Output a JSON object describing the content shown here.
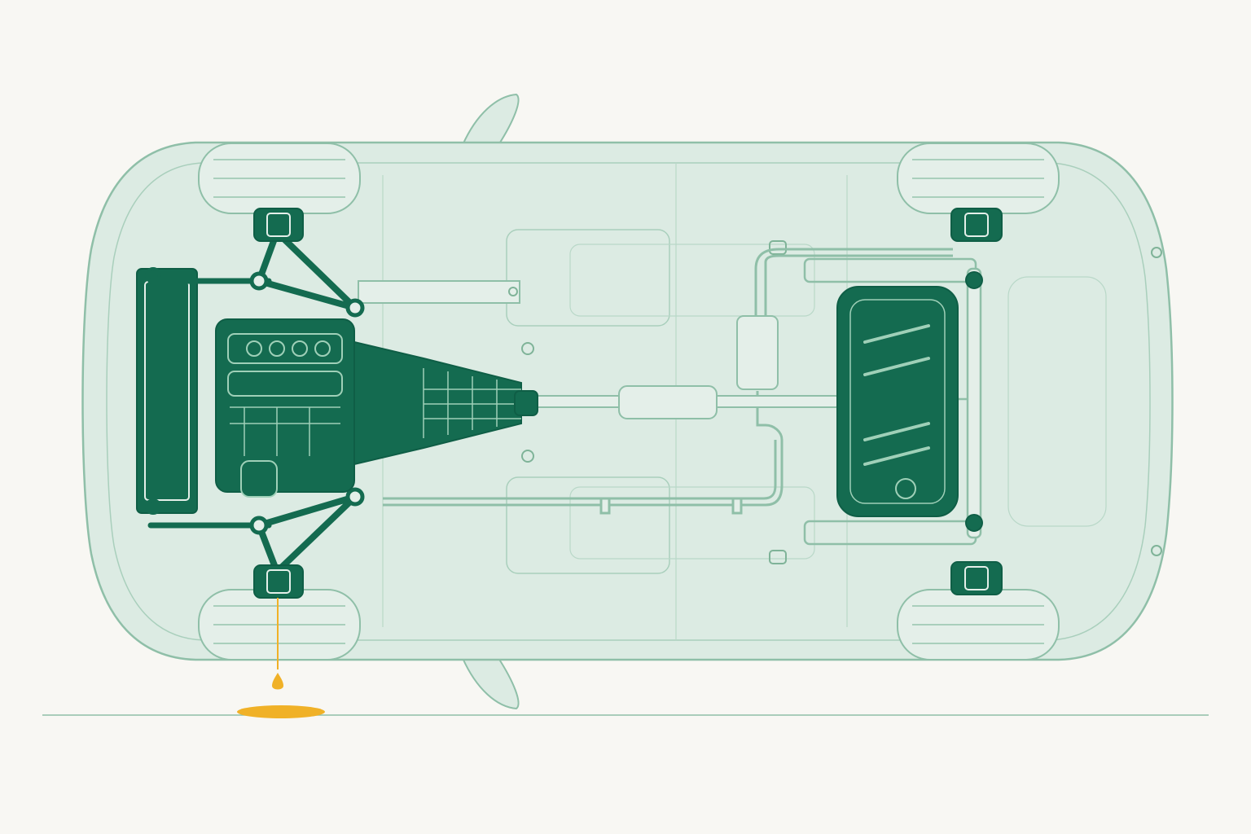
{
  "diagram": {
    "view": "underside",
    "caption": "",
    "colors": {
      "background": "#f8f7f3",
      "body_fill": "#dcebe3",
      "body_stroke": "#8fbfa8",
      "highlight_fill": "#146b50",
      "highlight_stroke": "#0f5e46",
      "leak": "#f0b127",
      "ground_line": "#8fbfa8"
    },
    "highlighted_components": [
      "radiator",
      "engine",
      "transmission",
      "front-left-hub",
      "front-right-hub",
      "front-control-arms",
      "fuel-tank",
      "rear-left-hub",
      "rear-right-hub"
    ],
    "leak": {
      "fluid": "oil",
      "source": "front-right-hub"
    }
  }
}
